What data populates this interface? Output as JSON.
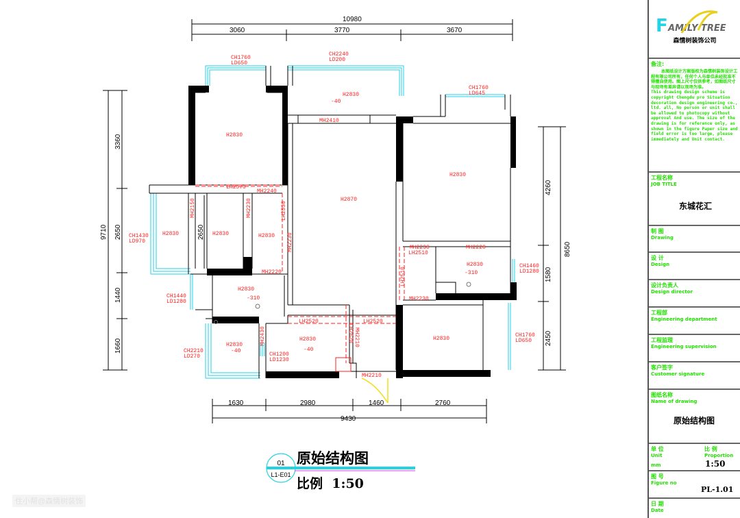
{
  "plan": {
    "dims_top": {
      "overall": "10980",
      "a": "3060",
      "b": "3770",
      "c": "3670"
    },
    "dims_left": {
      "overall": "9710",
      "a": "3360",
      "b": "2650",
      "c": "1440",
      "d": "1660",
      "inner": "2650"
    },
    "dims_right": {
      "overall": "8650",
      "a": "4260",
      "b": "1580",
      "c": "2450"
    },
    "dims_bottom": {
      "overall": "9430",
      "a": "1630",
      "b": "2980",
      "c": "1460",
      "d": "2760"
    },
    "labels": [
      "CH1760",
      "LD650",
      "CH2240",
      "LD200",
      "H2830",
      "-40",
      "MH2410",
      "CH1760",
      "LD645",
      "H2830",
      "H2870",
      "H2830",
      "LH2570",
      "MH2240",
      "MH2150",
      "MH2230",
      "LH2530",
      "MH2230",
      "H2830",
      "H2830",
      "H2830",
      "CH1430",
      "LD970",
      "MH2220",
      "H2830",
      "-310",
      "CH1440",
      "LD1280",
      "LH2520",
      "LH2520",
      "LH2620",
      "MH2210",
      "H2830",
      "-40",
      "MH2430",
      "H2830",
      "-40",
      "CH2210",
      "LD270",
      "CH1200",
      "LD1230",
      "MH2210",
      "MH2230",
      "MH2220",
      "LH2510",
      "LH2510",
      "MH2230",
      "H2830",
      "-310",
      "CH1460",
      "LD1280",
      "H2830",
      "CH1760",
      "LD650"
    ]
  },
  "drawing_title": {
    "number": "01",
    "code": "L1-E01",
    "name": "原始结构图",
    "scale": "比例  1:50"
  },
  "title_block": {
    "logo_text": "FAMILY TREE",
    "company": "森情树装饰公司",
    "notes_label": "备注:",
    "notes": "    本图纸设计方案版权为森情树装饰设计工程有限公司所有，任何个人与单位未经批准不得擅自使用。图上尺寸仅供参考，如图纸尺寸与现场有差异请以现场为准。\nThis drawing design scheme is copyright Chengdu pro Situation decoration design engineering co., ltd. all, No person or unit shall be allowed to photocopy without approval And use. The size of the drawing is for reference only, as shown in the figure Paper size and field error is too large, please immediately and Unit contact.",
    "job_title_cn": "工程名称",
    "job_title_en": "JOB TITLE",
    "job_title": "东城花汇",
    "drawing_cn": "制 图",
    "drawing_en": "Drawing",
    "design_cn": "设 计",
    "design_en": "Design",
    "director_cn": "设计负责人",
    "director_en": "Design director",
    "eng_dept_cn": "工程部",
    "eng_dept_en": "Engineering department",
    "supervision_cn": "工程监理",
    "supervision_en": "Engineering supervision",
    "customer_cn": "客户签字",
    "customer_en": "Customer signature",
    "name_cn": "图纸名称",
    "name_en": "Name of drawing",
    "name": "原始结构图",
    "unit_cn": "单 位",
    "unit_en": "Unit",
    "unit": "mm",
    "proportion_cn": "比 例",
    "proportion_en": "Proportion",
    "proportion": "1:50",
    "figure_cn": "图 号",
    "figure_en": "Figure no",
    "figure": "PL-1.01",
    "date_cn": "日 期",
    "date_en": "Date"
  },
  "watermark": "住小帮@森情树装饰"
}
